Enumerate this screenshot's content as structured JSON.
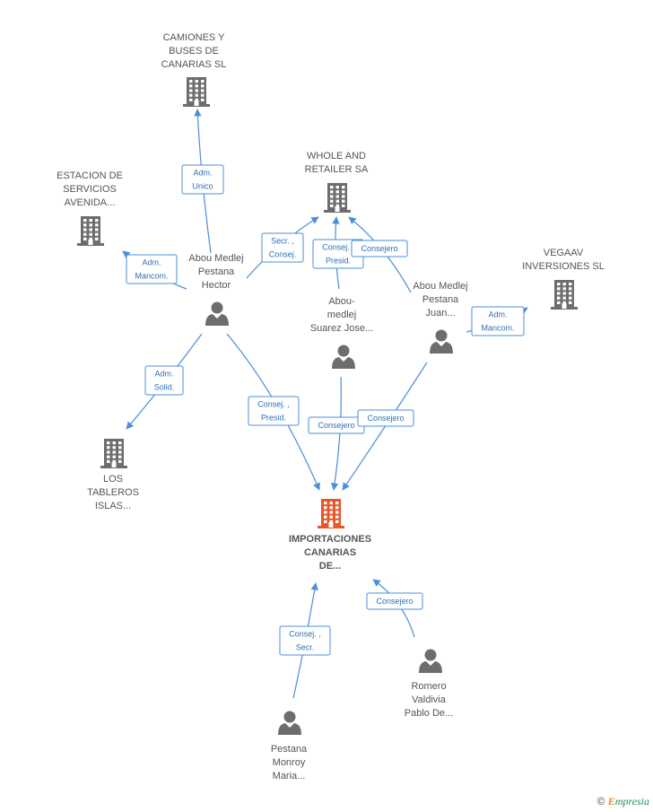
{
  "nodes": [
    {
      "id": "camiones",
      "type": "company",
      "lines": [
        "CAMIONES Y",
        "BUSES DE",
        "CANARIAS  SL"
      ]
    },
    {
      "id": "estacion",
      "type": "company",
      "lines": [
        "ESTACION DE",
        "SERVICIOS",
        "AVENIDA..."
      ]
    },
    {
      "id": "whole",
      "type": "company",
      "lines": [
        "WHOLE AND",
        "RETAILER SA"
      ]
    },
    {
      "id": "vegaav",
      "type": "company",
      "lines": [
        "VEGAAV",
        "INVERSIONES SL"
      ]
    },
    {
      "id": "tableros",
      "type": "company",
      "lines": [
        "LOS",
        "TABLEROS",
        "ISLAS..."
      ]
    },
    {
      "id": "importaciones",
      "type": "company-main",
      "lines": [
        "IMPORTACIONES",
        "CANARIAS",
        "DE..."
      ]
    },
    {
      "id": "hector",
      "type": "person",
      "lines": [
        "Abou Medlej",
        "Pestana",
        "Hector"
      ]
    },
    {
      "id": "jose",
      "type": "person",
      "lines": [
        "Abou-",
        "medlej",
        "Suarez Jose..."
      ]
    },
    {
      "id": "juan",
      "type": "person",
      "lines": [
        "Abou Medlej",
        "Pestana",
        "Juan..."
      ]
    },
    {
      "id": "romero",
      "type": "person",
      "lines": [
        "Romero",
        "Valdivia",
        "Pablo De..."
      ]
    },
    {
      "id": "maria",
      "type": "person",
      "lines": [
        "Pestana",
        "Monroy",
        "Maria..."
      ]
    }
  ],
  "edges": [
    {
      "id": "e1",
      "from": "hector",
      "to": "camiones",
      "label": [
        "Adm.",
        "Unico"
      ]
    },
    {
      "id": "e2",
      "from": "hector",
      "to": "estacion",
      "label": [
        "Adm.",
        "Mancom."
      ]
    },
    {
      "id": "e3",
      "from": "hector",
      "to": "whole",
      "label": [
        "Secr. ,",
        "Consej."
      ]
    },
    {
      "id": "e4",
      "from": "jose",
      "to": "whole",
      "label": [
        "Consej. ,",
        "Presid."
      ]
    },
    {
      "id": "e5",
      "from": "juan",
      "to": "whole",
      "label": [
        "Consejero"
      ]
    },
    {
      "id": "e6",
      "from": "juan",
      "to": "vegaav",
      "label": [
        "Adm.",
        "Mancom."
      ]
    },
    {
      "id": "e7",
      "from": "hector",
      "to": "tableros",
      "label": [
        "Adm.",
        "Solid."
      ]
    },
    {
      "id": "e8",
      "from": "hector",
      "to": "importaciones",
      "label": [
        "Consej. ,",
        "Presid."
      ]
    },
    {
      "id": "e9",
      "from": "jose",
      "to": "importaciones",
      "label": [
        "Consejero"
      ]
    },
    {
      "id": "e10",
      "from": "juan",
      "to": "importaciones",
      "label": [
        "Consejero"
      ]
    },
    {
      "id": "e11",
      "from": "maria",
      "to": "importaciones",
      "label": [
        "Consej. ,",
        "Secr."
      ]
    },
    {
      "id": "e12",
      "from": "romero",
      "to": "importaciones",
      "label": [
        "Consejero"
      ]
    }
  ],
  "colors": {
    "edge": "#4a8fd8",
    "company": "#6d6d6d",
    "main_company": "#e8562a",
    "person": "#6d6d6d"
  },
  "footer": {
    "copyright": "©",
    "brand_first": "E",
    "brand_rest": "mpresia"
  }
}
